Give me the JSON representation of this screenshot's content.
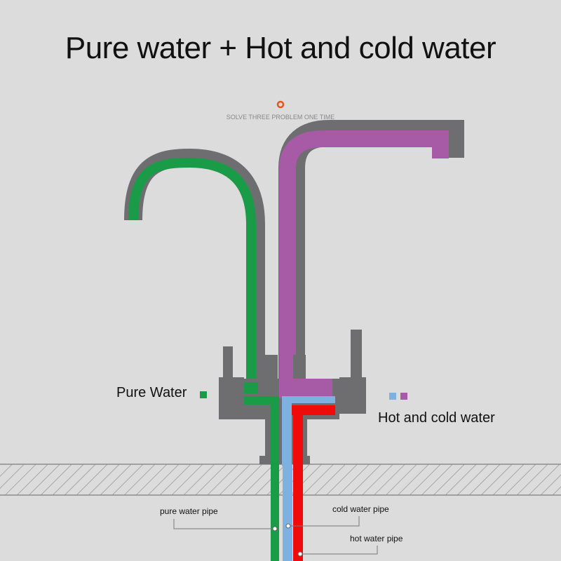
{
  "title": "Pure water + Hot and cold water",
  "subtitle": "SOLVE THREE PROBLEM ONE TIME",
  "labels": {
    "pure_water": "Pure Water",
    "hot_and_cold_water": "Hot and cold water",
    "pure_water_pipe": "pure water pipe",
    "cold_water_pipe": "cold water pipe",
    "hot_water_pipe": "hot water pipe"
  },
  "colors": {
    "background": "#dcdcdc",
    "faucet_body": "#6e6e70",
    "pure_water": "#1a9b47",
    "hot_cold_spout": "#a75aa6",
    "cold_water": "#7fb1e0",
    "hot_water": "#f00b0b",
    "accent_dot": "#e8541e"
  }
}
